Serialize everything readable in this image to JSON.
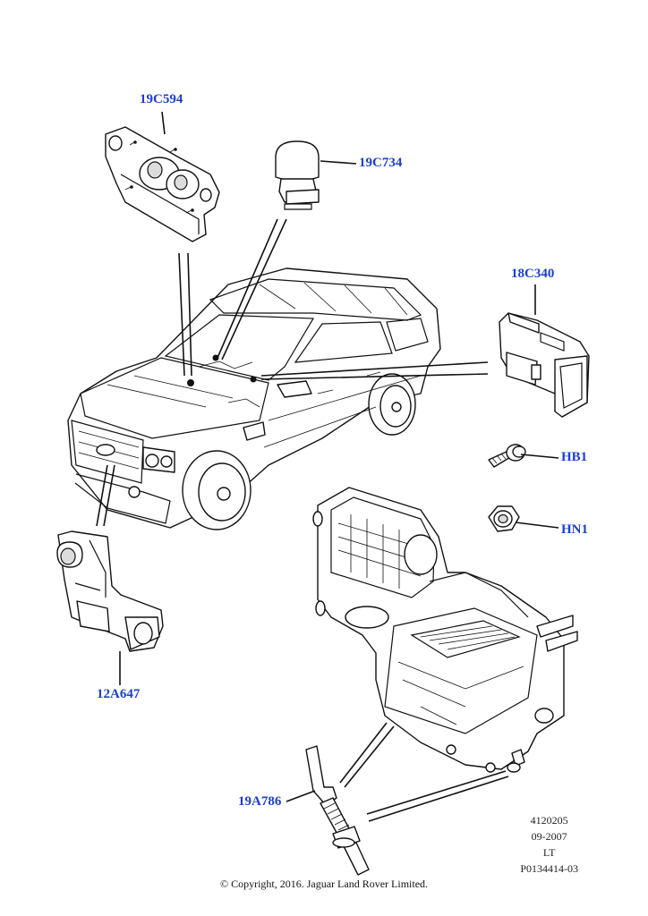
{
  "callouts": {
    "c19C594": "19C594",
    "c19C734": "19C734",
    "c18C340": "18C340",
    "cHB1": "HB1",
    "cHN1": "HN1",
    "c12A647": "12A647",
    "c19A786": "19A786"
  },
  "reference": {
    "line1": "4120205",
    "line2": "09-2007",
    "line3": "LT",
    "line4": "P0134414-03"
  },
  "copyright": "© Copyright, 2016. Jaguar Land Rover Limited.",
  "colors": {
    "callout": "#1a3fd1",
    "line": "#111111"
  }
}
